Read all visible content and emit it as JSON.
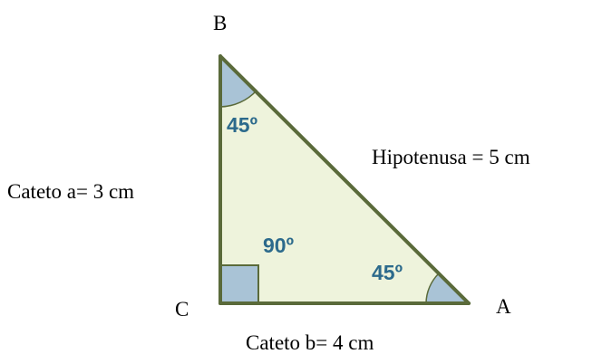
{
  "vertices": {
    "B": "B",
    "C": "C",
    "A": "A"
  },
  "labels": {
    "cateto_a": "Cateto a= 3 cm",
    "cateto_b": "Cateto b= 4 cm",
    "hipotenusa": "Hipotenusa =  5 cm"
  },
  "angles": {
    "at_B": "45º",
    "at_C": "90º",
    "at_A": "45º"
  },
  "colors": {
    "triangle_fill": "#eef3dc",
    "triangle_stroke": "#5a6a3a",
    "angle_marker_fill": "#a9c3d6",
    "angle_text": "#2c6a8c"
  }
}
